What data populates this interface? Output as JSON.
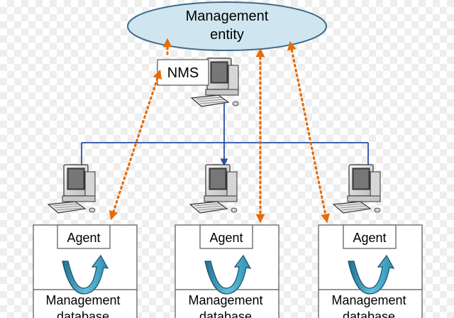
{
  "management_entity": {
    "line1": "Management",
    "line2": "entity"
  },
  "nms": {
    "label": "NMS"
  },
  "agents": [
    {
      "agent_label": "Agent",
      "db_line1": "Management",
      "db_line2": "database"
    },
    {
      "agent_label": "Agent",
      "db_line1": "Management",
      "db_line2": "database"
    },
    {
      "agent_label": "Agent",
      "db_line1": "Management",
      "db_line2": "database"
    }
  ],
  "colors": {
    "entity_fill": "#cfe6f0",
    "entity_stroke": "#3d6a8a",
    "dotted_arrow": "#e46c0a",
    "network_line": "#2a4ea6",
    "agent_arrow": "#4aa8c8",
    "box_stroke": "#555555"
  },
  "icons": [
    "computer-icon",
    "cycle-arrow-icon"
  ]
}
